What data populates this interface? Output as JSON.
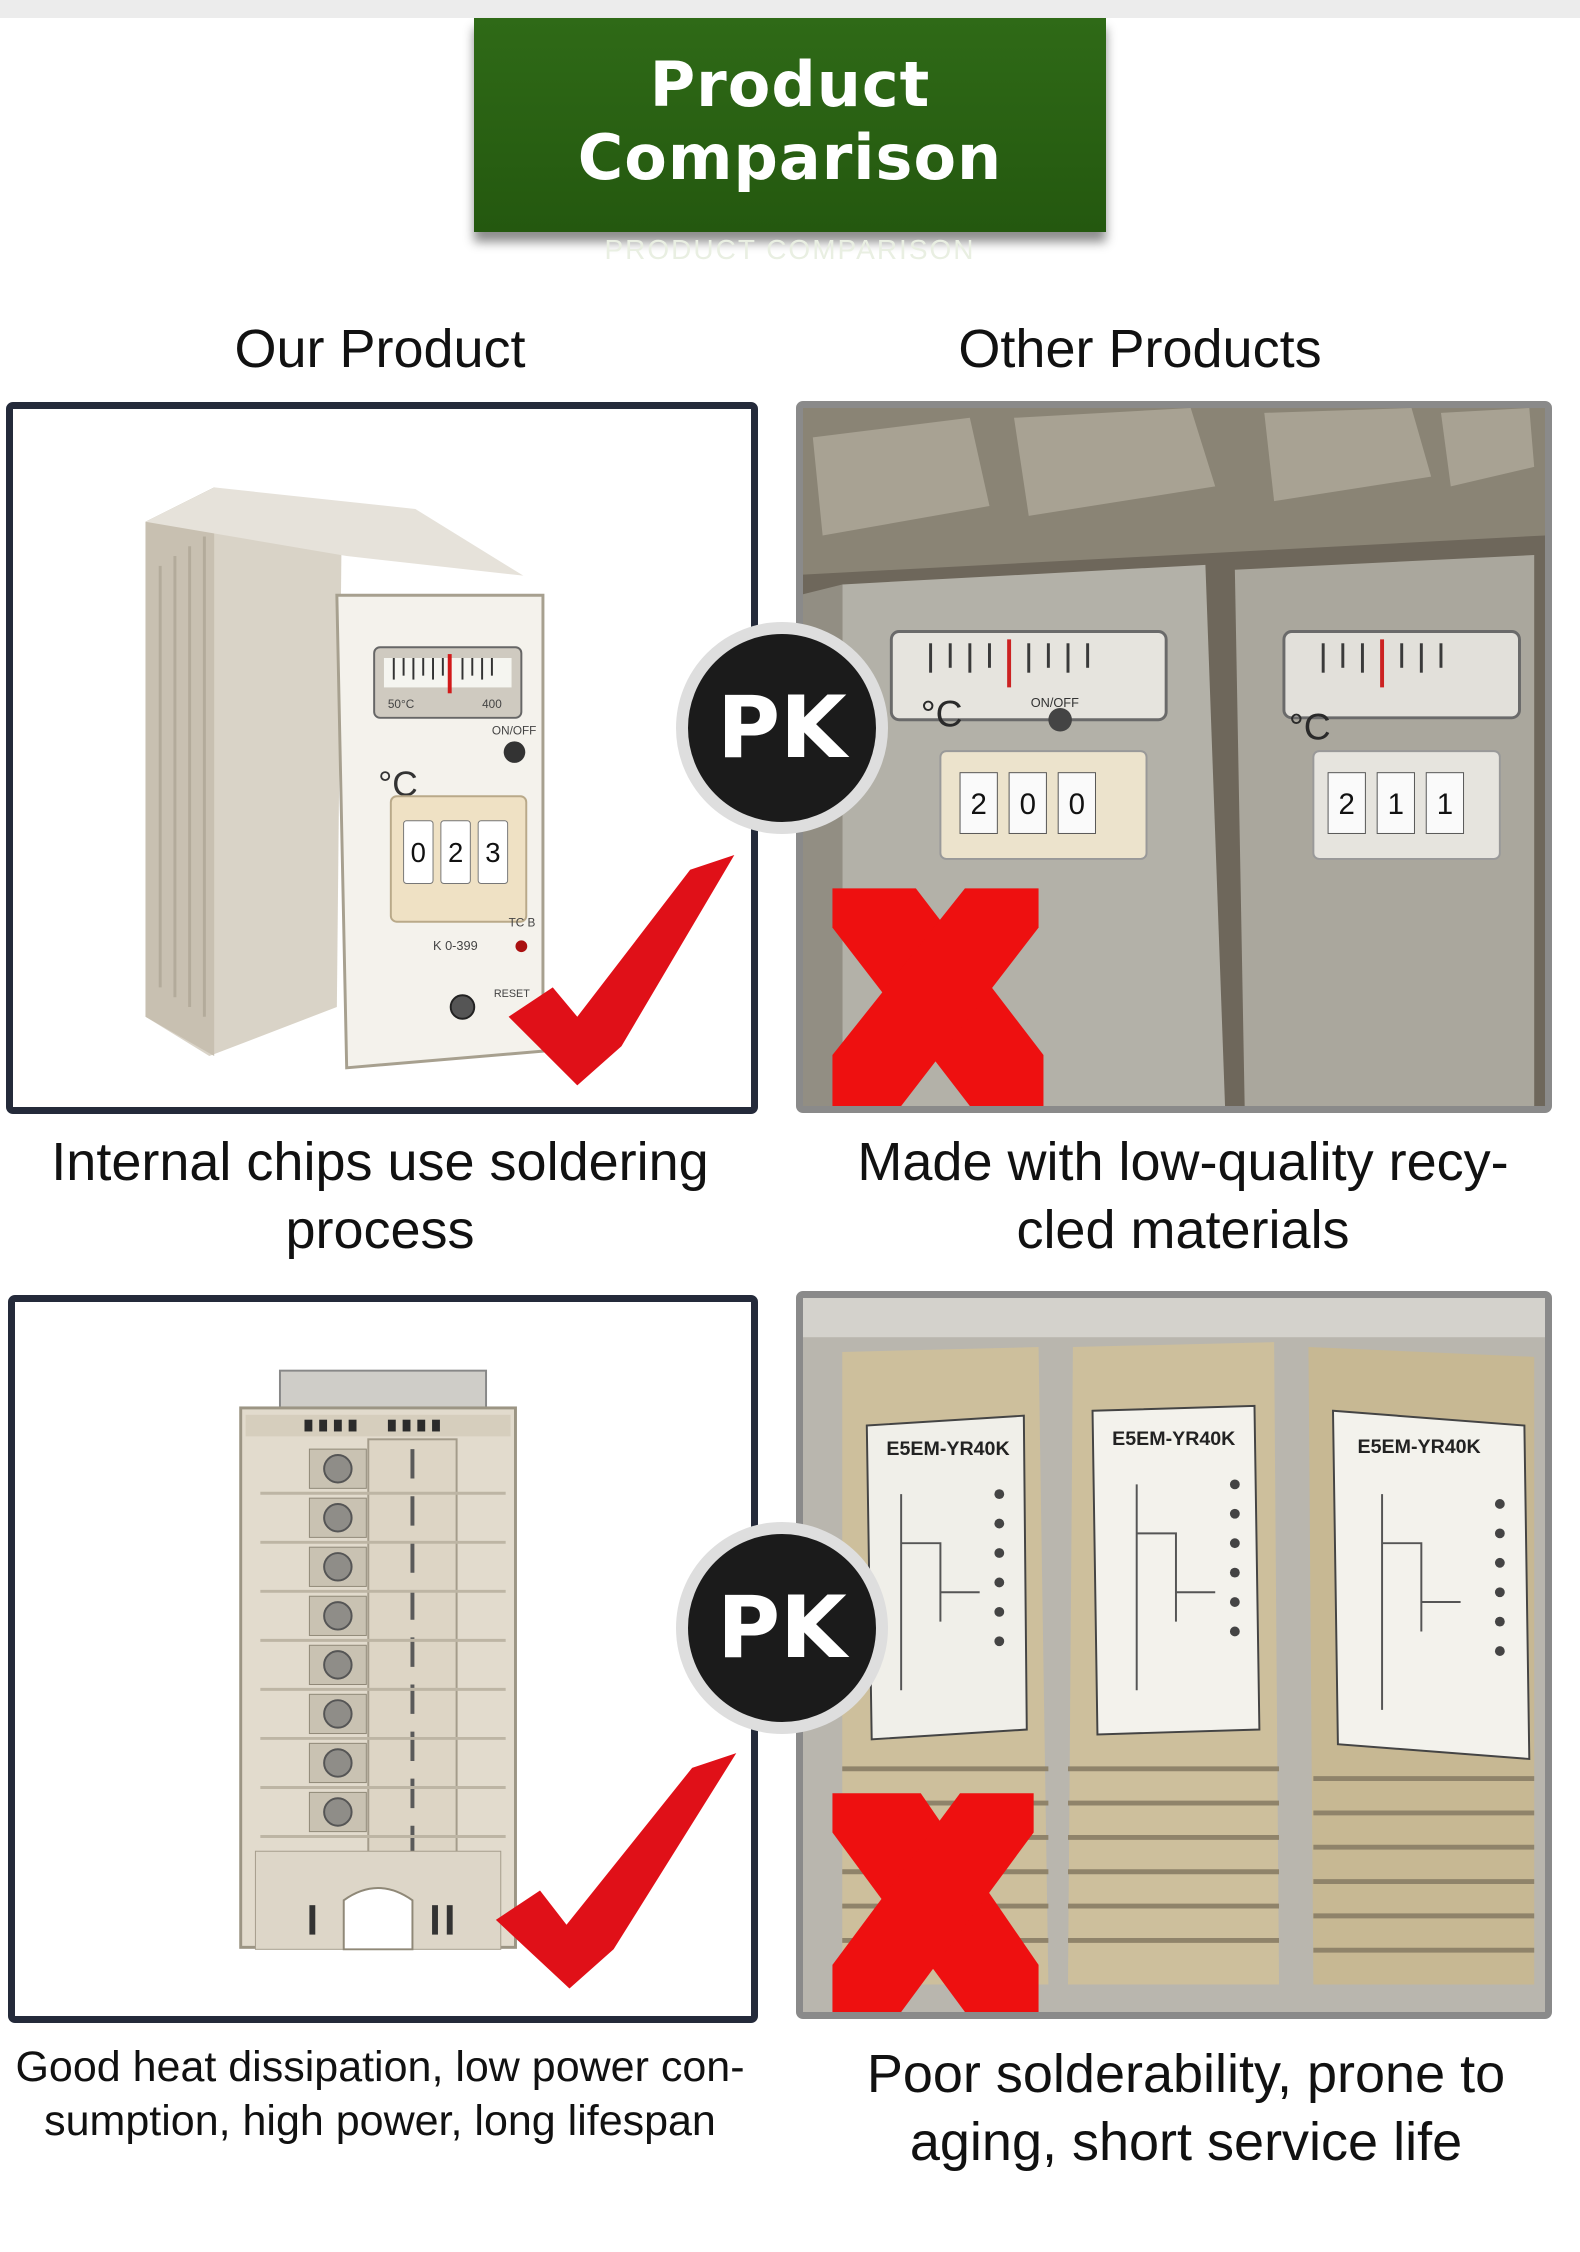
{
  "banner": {
    "title": "Product Comparison",
    "subtitle": "PRODUCT COMPARISON",
    "color": "#2b6414"
  },
  "columns": {
    "ours": "Our Product",
    "others": "Other Products"
  },
  "comparisons": [
    {
      "ours_caption": "Internal chips use soldering process",
      "others_caption": "Made with low-quality recy-cled materials",
      "badge": "PK",
      "ours_dial": [
        "0",
        "2",
        "3"
      ],
      "others_dials": [
        [
          "2",
          "0",
          "0"
        ],
        [
          "2",
          "1",
          "1"
        ]
      ]
    },
    {
      "ours_caption": "Good heat dissipation, low power con-sumption, high power, long lifespan",
      "others_caption": "Poor solderability, prone to aging, short service life",
      "badge": "PK"
    }
  ],
  "product_labels": {
    "unit": "°C",
    "on_off": "ON/OFF",
    "range": "K 0-399",
    "tc": "TC B",
    "reset": "RESET",
    "scale_min": "50°C",
    "scale_max": "400",
    "model": "E5EM-YR40K"
  },
  "icons": {
    "ours": "check-mark-icon",
    "others": "x-mark-icon",
    "check_color": "#e01018",
    "x_color": "#ee1010"
  }
}
